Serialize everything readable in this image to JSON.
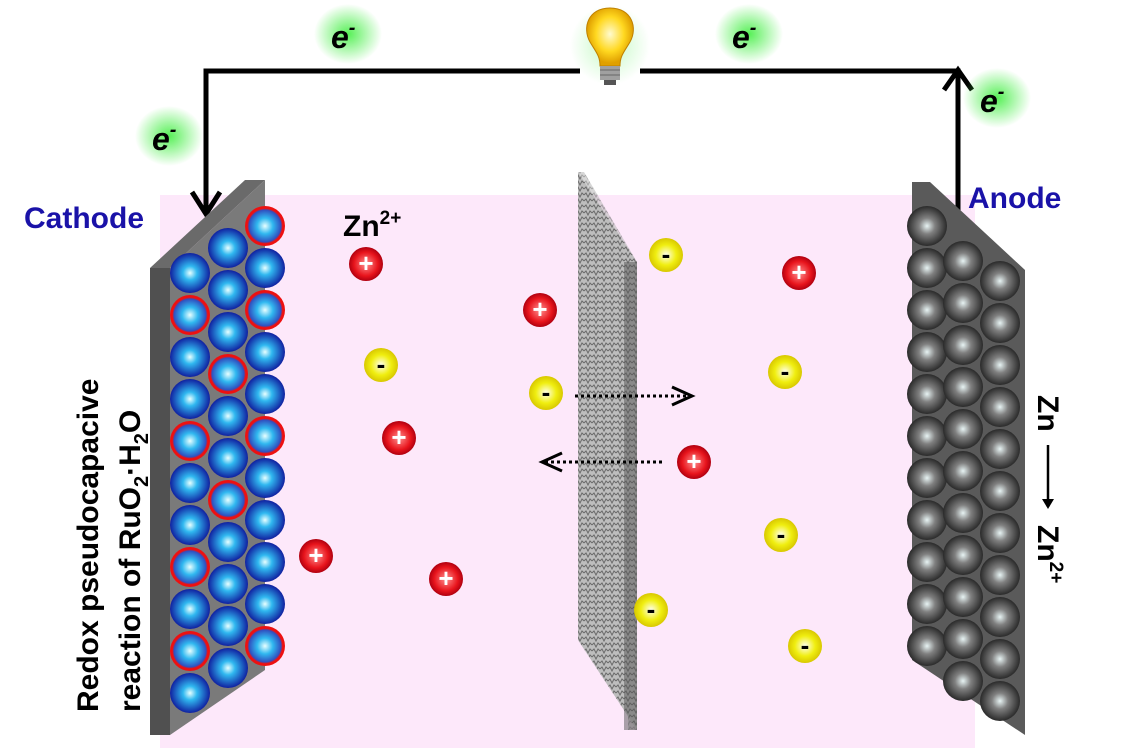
{
  "labels": {
    "cathode": "Cathode",
    "anode": "Anode",
    "zn_ion": "Zn",
    "zn_ion_charge": "2+",
    "electron": "e",
    "electron_charge": "-",
    "cathode_reaction_line1": "Redox pseudocapacive",
    "cathode_reaction_line2_pre": "reaction of  RuO",
    "cathode_reaction_sub1": "2",
    "cathode_reaction_mid": "·H",
    "cathode_reaction_sub2": "2",
    "cathode_reaction_post": "O",
    "anode_reaction_from": "Zn",
    "anode_reaction_to": "Zn",
    "anode_reaction_to_charge": "2+",
    "cation_symbol": "+",
    "anion_symbol": "-"
  },
  "colors": {
    "electrolyte": "#fde8fa",
    "label_blue": "#1a12a8",
    "electron_glow": "#44ee44",
    "cation": "#e8141c",
    "anion": "#f0ee10",
    "cathode_sphere": "#1a5ad8",
    "anode_sphere": "#5a5a5a"
  },
  "icons": [
    "light-bulb-icon"
  ]
}
